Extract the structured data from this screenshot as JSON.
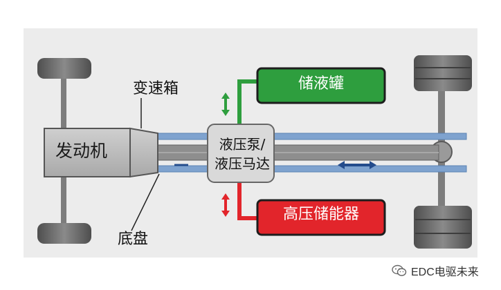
{
  "diagram": {
    "labels": {
      "engine": "发动机",
      "gearbox": "变速箱",
      "chassis": "底盘",
      "pump_line1": "液压泵/",
      "pump_line2": "液压马达",
      "tank": "储液罐",
      "accumulator": "高压储能器"
    },
    "colors": {
      "background_panel": "#ececec",
      "tank_fill": "#2e9e3e",
      "accumulator_fill": "#e2252b",
      "pump_fill": "#d9d9d9",
      "engine_fill": "#b5b5b5",
      "frame_blue": "#7fa3cf",
      "shaft_gray": "#8e8e8e",
      "wheel_dark": "#666666",
      "flow_arrow_green": "#2e9e3e",
      "flow_arrow_red": "#e2252b",
      "direction_arrow": "#244c8c"
    },
    "icons": {
      "watermark_logo": "wechat-icon"
    }
  },
  "watermark": {
    "text": "EDC电驱未来"
  }
}
